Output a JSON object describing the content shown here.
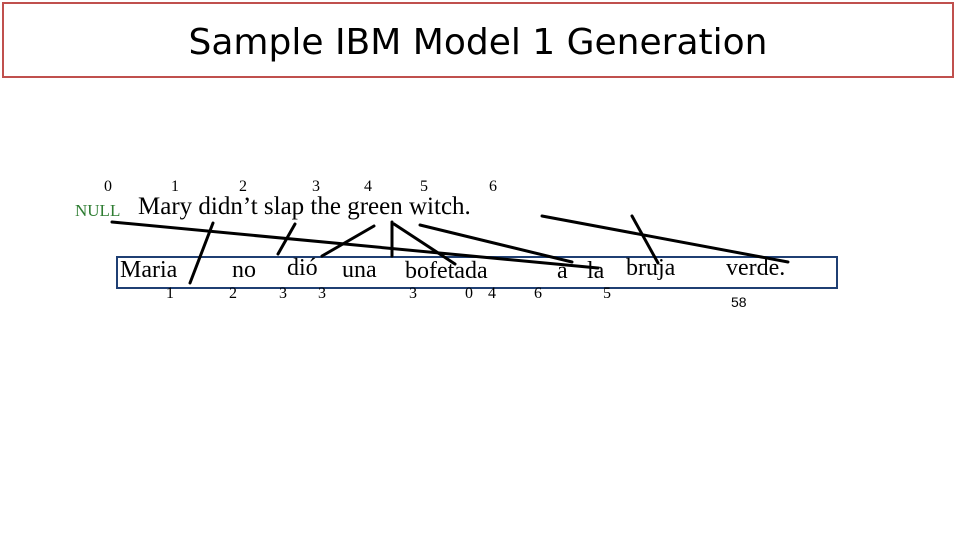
{
  "title": "Sample IBM Model 1 Generation",
  "english": {
    "null_token": "NULL",
    "sentence": "Mary didn’t slap the green witch.",
    "indices": [
      "0",
      "1",
      "2",
      "3",
      "4",
      "5",
      "6"
    ]
  },
  "spanish": {
    "words": [
      "Maria",
      "no",
      "dió",
      "una",
      "bofetada",
      "a",
      "la",
      "bruja",
      "verde."
    ],
    "alignment_indices": [
      "1",
      "2",
      "3",
      "3",
      "3",
      "0",
      "4",
      "6",
      "5"
    ]
  },
  "page_number": "58",
  "colors": {
    "title_border": "#c0504d",
    "null_text": "#2e7d32",
    "box_border": "#1f3f73",
    "links": "#000000"
  }
}
